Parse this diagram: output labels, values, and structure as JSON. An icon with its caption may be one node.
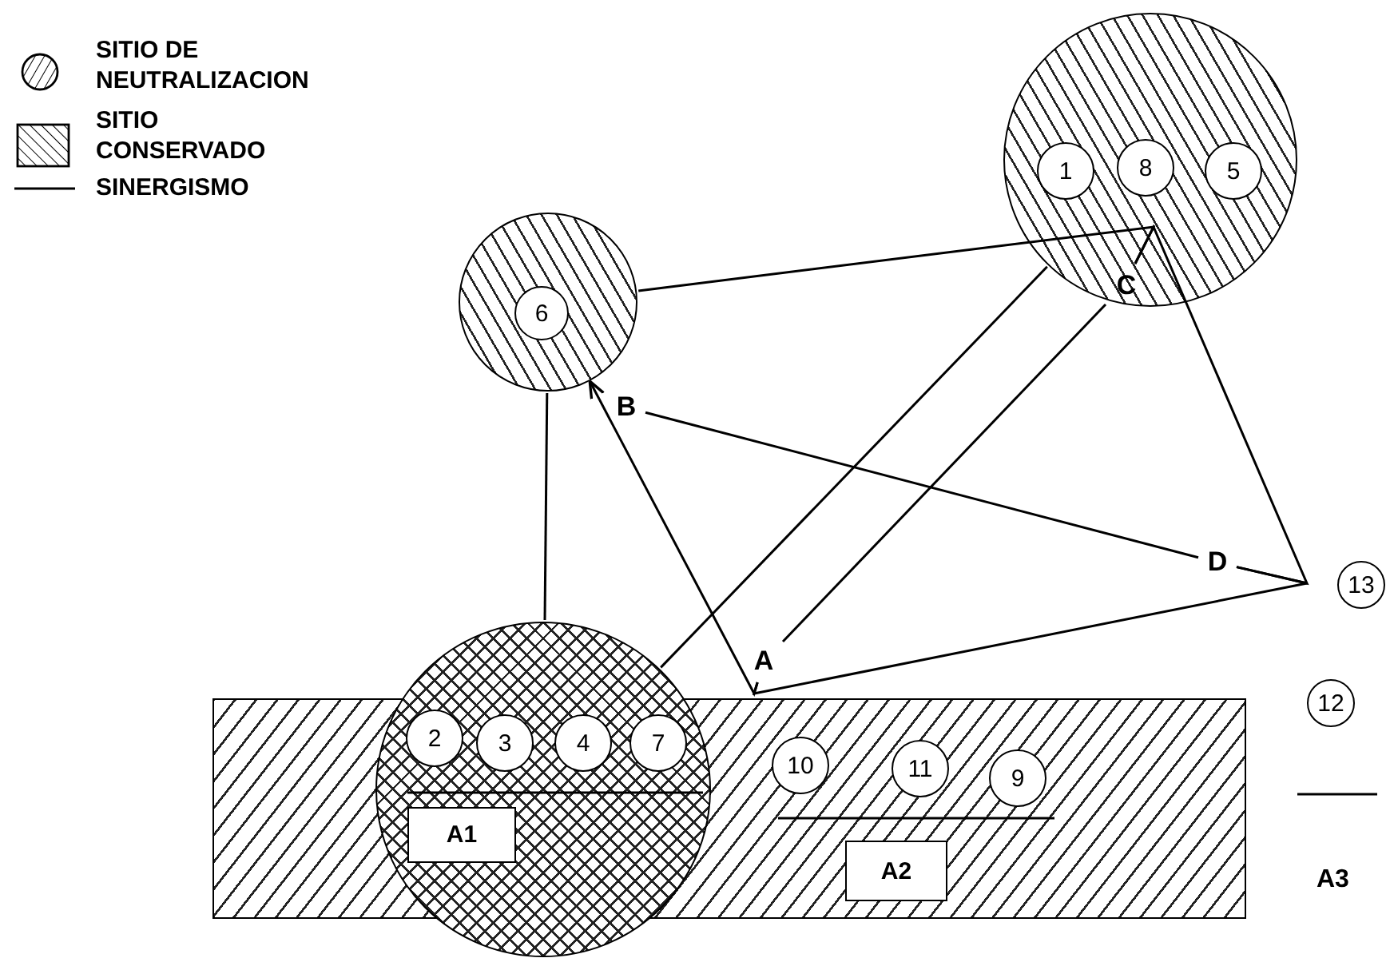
{
  "diagram": {
    "nodes": [
      {
        "text": [],
        "shape": "circle"
      },
      {
        "text": [
          "1"
        ],
        "in": 0
      },
      {
        "text": [
          "8"
        ],
        "in": 0
      },
      {
        "text": [
          "5"
        ],
        "in": 0
      },
      {
        "text": [],
        "shape": "circle"
      },
      {
        "text": [
          "6"
        ],
        "in": 4
      },
      {
        "text": [
          "C"
        ],
        "in": 0
      },
      {
        "text": [
          "B"
        ]
      },
      {
        "text": [
          "D"
        ]
      },
      {
        "text": [
          "13"
        ]
      },
      {
        "text": [
          "A"
        ]
      },
      {
        "text": [],
        "shape": "box"
      },
      {
        "text": [],
        "shape": "circle"
      },
      {
        "text": [
          "2"
        ]
      },
      {
        "text": [
          "3"
        ]
      },
      {
        "text": [
          "4"
        ]
      },
      {
        "text": [
          "7"
        ]
      },
      {
        "text": [
          "A1"
        ]
      },
      {
        "text": [
          "10"
        ],
        "in": 11
      },
      {
        "text": [
          "11"
        ],
        "in": 11
      },
      {
        "text": [
          "9"
        ],
        "in": 11
      },
      {
        "text": [
          "A2"
        ],
        "in": 11
      },
      {
        "text": [
          "12"
        ]
      }
    ],
    "edges": [
      {
        "from": 10,
        "to": 4,
        "arrow": "to"
      },
      {
        "from": 6,
        "to": 4,
        "arrow": "none"
      },
      {
        "from": 6,
        "to": 8,
        "arrow": "none"
      },
      {
        "from": 8,
        "to": 10,
        "arrow": "none"
      },
      {
        "from": 7,
        "to": 8,
        "arrow": "none"
      },
      {
        "from": 12,
        "to": 0,
        "arrow": "none"
      },
      {
        "from": 10,
        "to": 6,
        "arrow": "none"
      },
      {
        "from": 4,
        "to": 12,
        "arrow": "none"
      }
    ],
    "labels": [
      "A3"
    ],
    "legend": [
      {
        "text": "SITIO DE NEUTRALIZACION"
      },
      {
        "text": "SITIO CONSERVADO"
      },
      {
        "text": "SINERGISMO"
      }
    ]
  }
}
